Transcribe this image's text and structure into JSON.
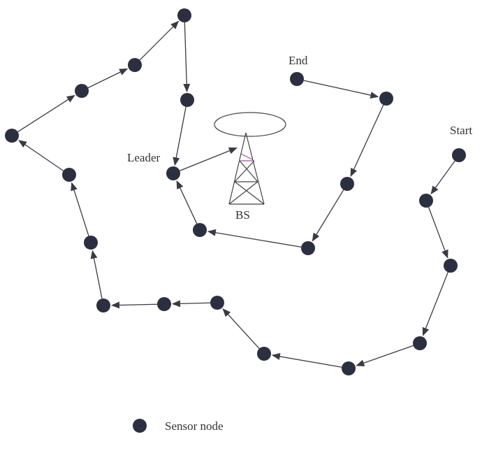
{
  "labels": {
    "start": "Start",
    "end": "End",
    "leader": "Leader",
    "base_station": "BS"
  },
  "legend": {
    "sensor_node": "Sensor node"
  },
  "colors": {
    "node": "#2b3040",
    "edge": "#3a3a44",
    "tower": "#444"
  }
}
